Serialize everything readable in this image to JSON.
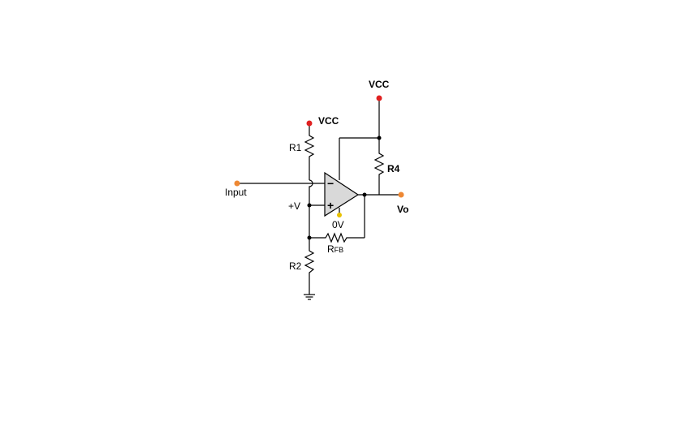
{
  "labels": {
    "vcc_top": "VCC",
    "vcc_left": "VCC",
    "r1": "R1",
    "r4": "R4",
    "input": "Input",
    "plus_v": "+V",
    "zero_v": "0V",
    "vo": "Vo",
    "rfb_main": "R",
    "rfb_sub": "FB",
    "r2": "R2",
    "minus_sign": "−",
    "plus_sign": "+"
  },
  "colors": {
    "background": "#ffffff",
    "wire": "#000000",
    "vcc_node": "#e02020",
    "terminal": "#ee8833",
    "zero_v_node": "#e8c000",
    "opamp_fill": "#d9d9d9"
  }
}
